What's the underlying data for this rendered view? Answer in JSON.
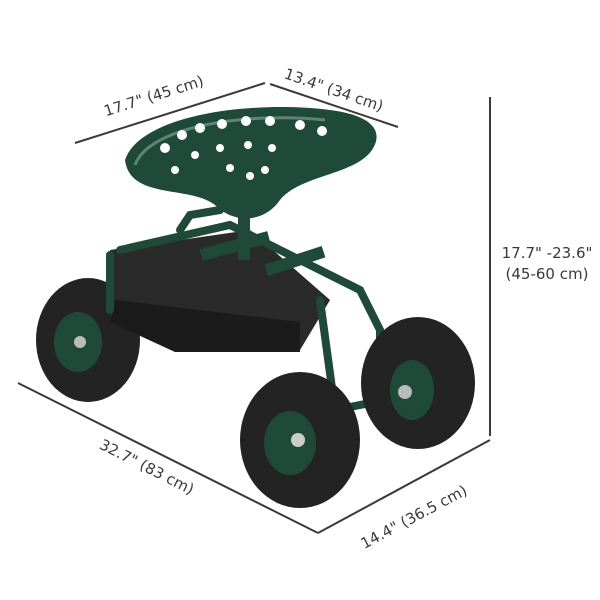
{
  "dimensions": {
    "seat_width": "17.7\" (45 cm)",
    "seat_depth": "13.4\" (34 cm)",
    "height_line1": "17.7\" -23.6\"",
    "height_line2": "(45-60 cm)",
    "length": "32.7\" (83 cm)",
    "width": "14.4\" (36.5 cm)"
  },
  "colors": {
    "frame_green": "#1f4a3a",
    "tire_black": "#232323",
    "dimension_line": "#3a3a3a"
  }
}
